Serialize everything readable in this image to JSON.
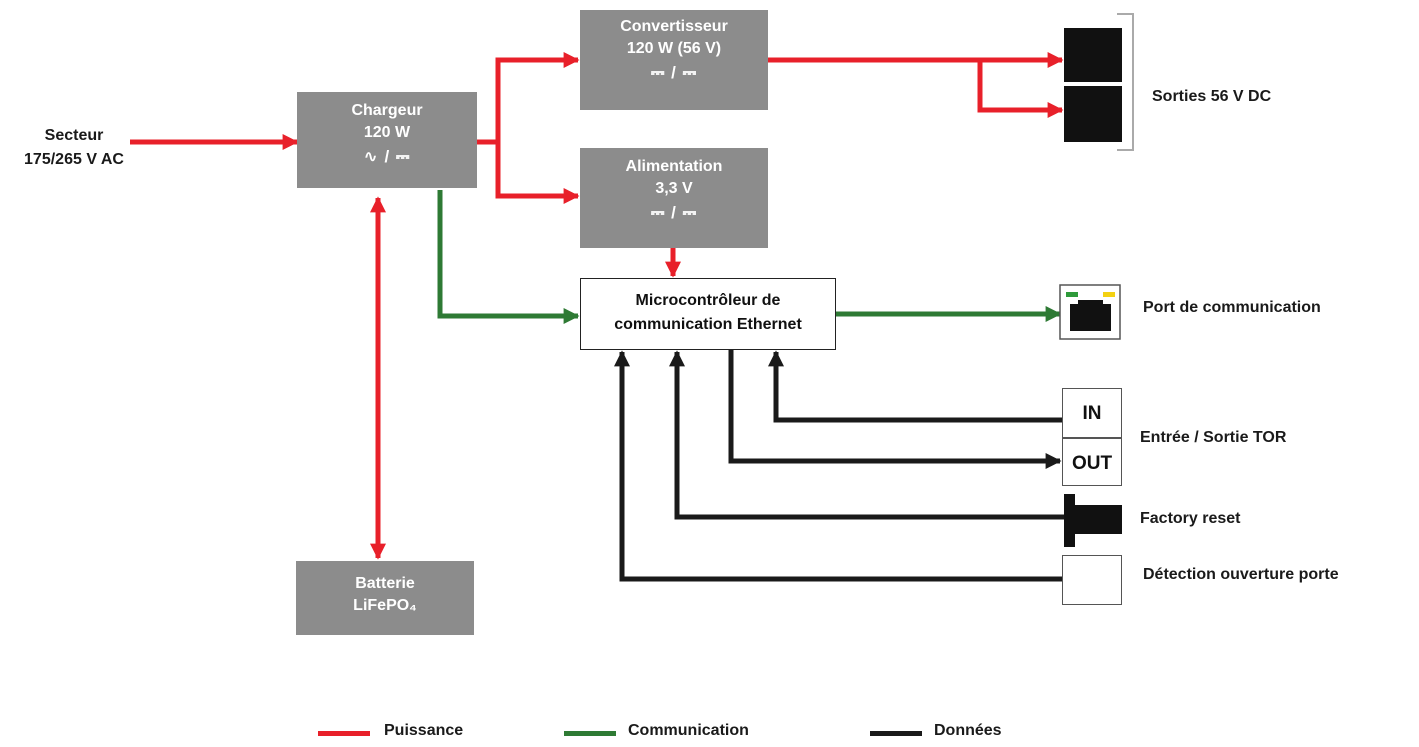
{
  "colors": {
    "power": "#e8202a",
    "communication": "#2e7a34",
    "data": "#1a1a1a",
    "block_fill": "#8c8c8c"
  },
  "input": {
    "line1": "Secteur",
    "line2": "175/265 V AC"
  },
  "charger": {
    "line1": "Chargeur",
    "line2": "120 W",
    "symbol": "∿ / ⎓"
  },
  "converter": {
    "line1": "Convertisseur",
    "line2": "120 W (56 V)",
    "symbol": "⎓ / ⎓"
  },
  "supply": {
    "line1": "Alimentation",
    "line2": "3,3 V",
    "symbol": "⎓ / ⎓"
  },
  "battery": {
    "line1": "Batterie",
    "line2": "LiFePO₄"
  },
  "mcu": {
    "line1": "Microcontrôleur de",
    "line2": "communication Ethernet"
  },
  "outputs": {
    "label": "Sorties 56 V DC"
  },
  "comm_port": {
    "label": "Port de communication"
  },
  "io": {
    "in_label": "IN",
    "out_label": "OUT",
    "label": "Entrée / Sortie TOR"
  },
  "factory_reset": {
    "label": "Factory reset"
  },
  "door": {
    "label": "Détection ouverture porte"
  },
  "legend": {
    "power": "Puissance",
    "communication": "Communication",
    "data": "Données"
  }
}
